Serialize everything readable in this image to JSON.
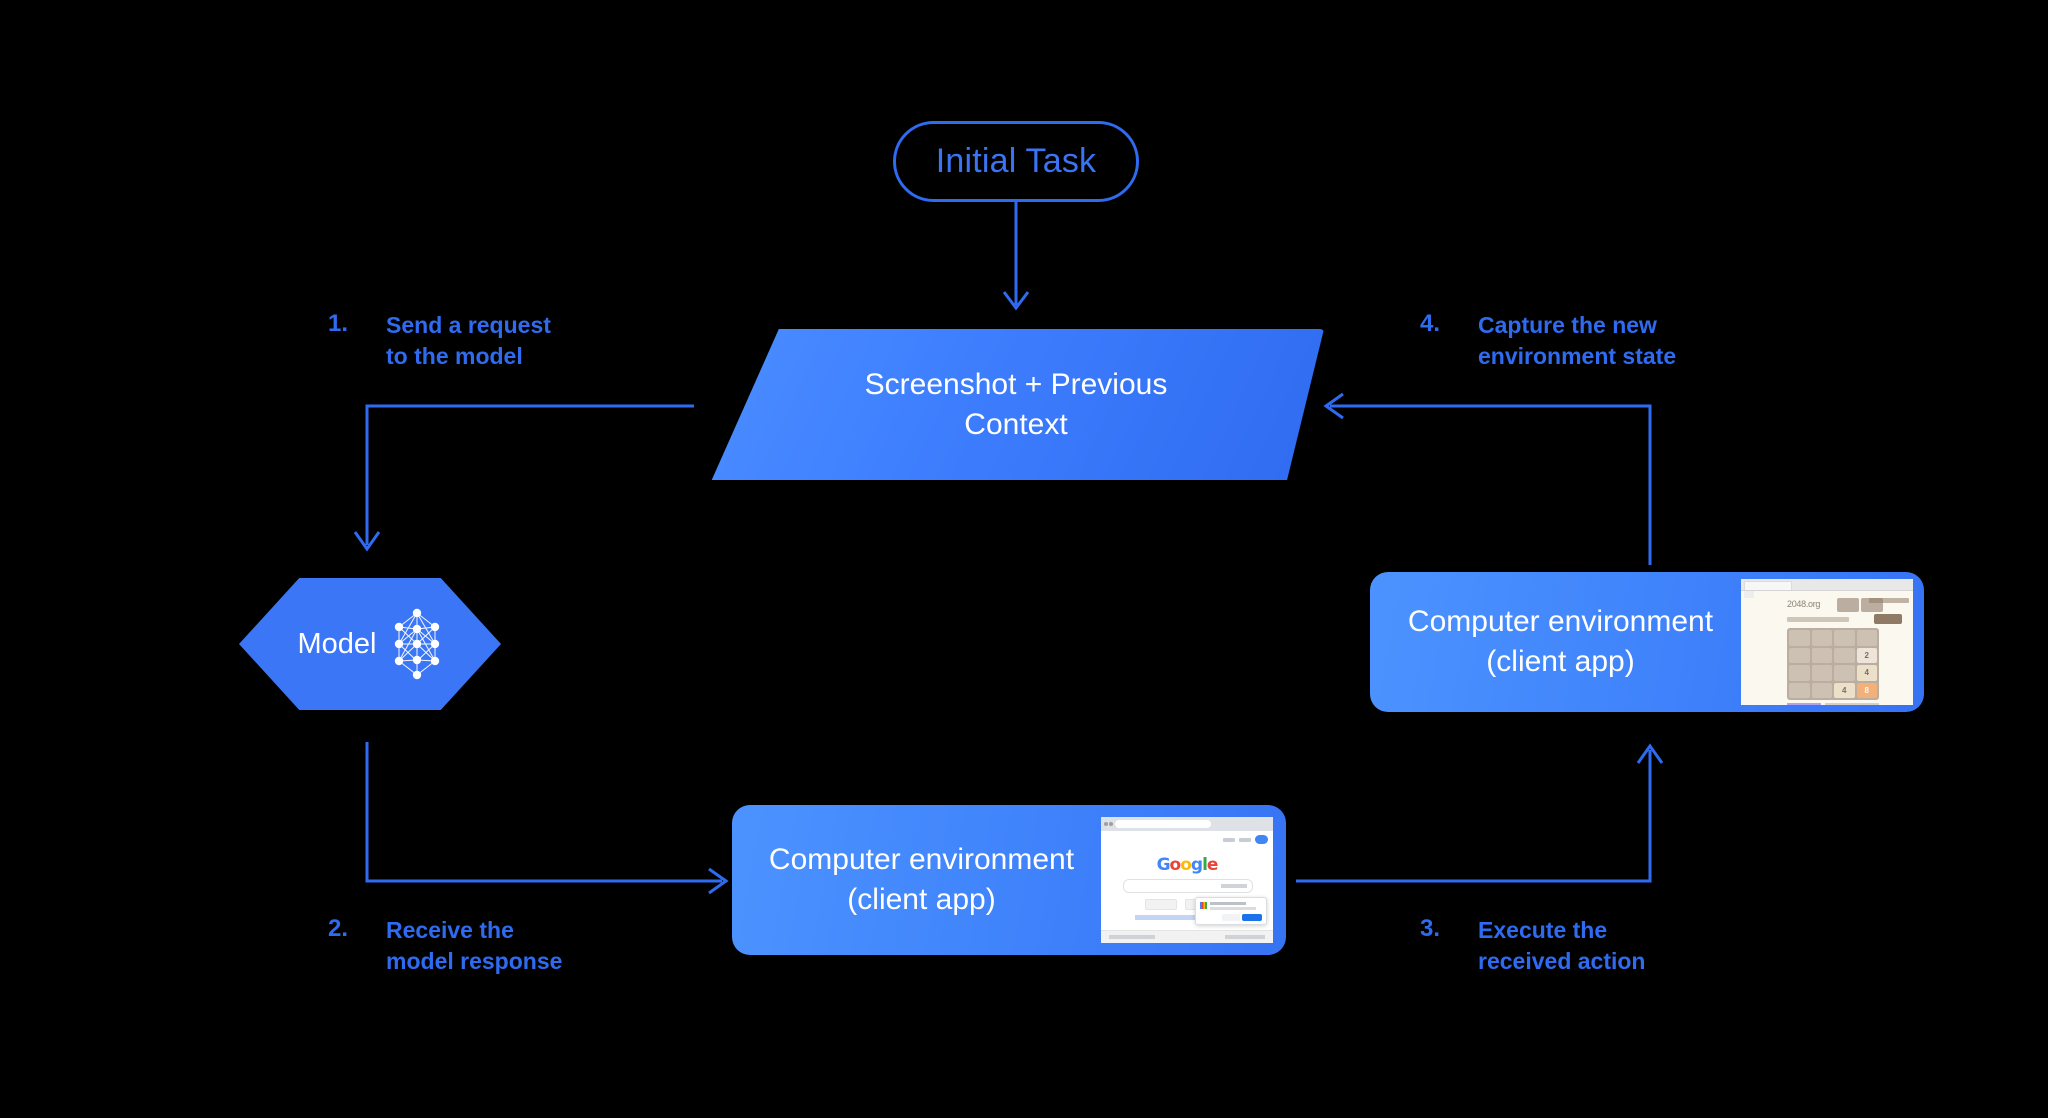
{
  "diagram": {
    "title": "Computer-use agent loop",
    "background": "#000000",
    "accent": "#2f6bf0",
    "node_gradient_from": "#4c93ff",
    "node_gradient_to": "#2f6bf0"
  },
  "initial_task": {
    "label": "Initial Task"
  },
  "context_node": {
    "line1": "Screenshot + Previous",
    "line2": "Context"
  },
  "model_node": {
    "label": "Model",
    "icon": "neural-network-icon"
  },
  "env_right": {
    "line1": "Computer environment",
    "line2": "(client app)",
    "thumbnail": "2048-game-screenshot"
  },
  "env_bottom": {
    "line1": "Computer environment",
    "line2": "(client app)",
    "thumbnail": "google-search-screenshot"
  },
  "thumb_2048": {
    "site_title": "2048.org",
    "tiles": [
      [
        "",
        "",
        "",
        ""
      ],
      [
        "",
        "",
        "",
        "2"
      ],
      [
        "",
        "",
        "",
        "4"
      ],
      [
        "",
        "",
        "4",
        "8"
      ]
    ]
  },
  "thumb_google": {
    "logo_letters": [
      {
        "ch": "G",
        "color": "#4285f4"
      },
      {
        "ch": "o",
        "color": "#ea4335"
      },
      {
        "ch": "o",
        "color": "#fbbc05"
      },
      {
        "ch": "g",
        "color": "#4285f4"
      },
      {
        "ch": "l",
        "color": "#34a853"
      },
      {
        "ch": "e",
        "color": "#ea4335"
      }
    ]
  },
  "steps": [
    {
      "num": "1.",
      "text": "Send a request\nto the model"
    },
    {
      "num": "2.",
      "text": "Receive the\nmodel response"
    },
    {
      "num": "3.",
      "text": "Execute the\nreceived action"
    },
    {
      "num": "4.",
      "text": "Capture the new\nenvironment state"
    }
  ]
}
